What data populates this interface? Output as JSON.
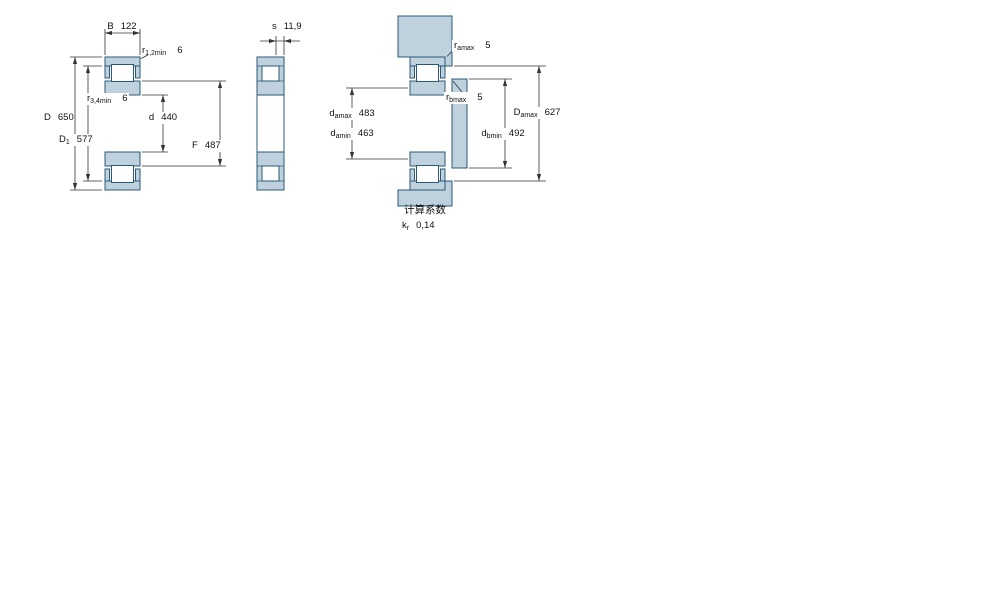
{
  "page": {
    "background": "#ffffff"
  },
  "drawing": {
    "part_fill": "#bfd1dd",
    "part_stroke": "#2a5878",
    "dimension_color": "#333333"
  },
  "dims": {
    "B": {
      "symbol": "B",
      "value": "122"
    },
    "r12": {
      "symbol": "r",
      "sub": "1,2min",
      "value": "6"
    },
    "r34": {
      "symbol": "r",
      "sub": "3,4min",
      "value": "6"
    },
    "D": {
      "symbol": "D",
      "value": "650"
    },
    "D1": {
      "symbol": "D",
      "sub": "1",
      "value": "577"
    },
    "d": {
      "symbol": "d",
      "value": "440"
    },
    "F": {
      "symbol": "F",
      "value": "487"
    },
    "s": {
      "symbol": "s",
      "value": "11,9"
    },
    "ramax": {
      "symbol": "r",
      "sub": "amax",
      "value": "5"
    },
    "rbmax": {
      "symbol": "r",
      "sub": "bmax",
      "value": "5"
    },
    "damax": {
      "symbol": "d",
      "sub": "amax",
      "value": "483"
    },
    "damin": {
      "symbol": "d",
      "sub": "amin",
      "value": "463"
    },
    "Damax": {
      "symbol": "D",
      "sub": "amax",
      "value": "627"
    },
    "dbmin": {
      "symbol": "d",
      "sub": "bmin",
      "value": "492"
    }
  },
  "calculation_factors": {
    "heading": "计算系数",
    "kr": {
      "symbol": "k",
      "sub": "r",
      "value": "0,14"
    }
  }
}
